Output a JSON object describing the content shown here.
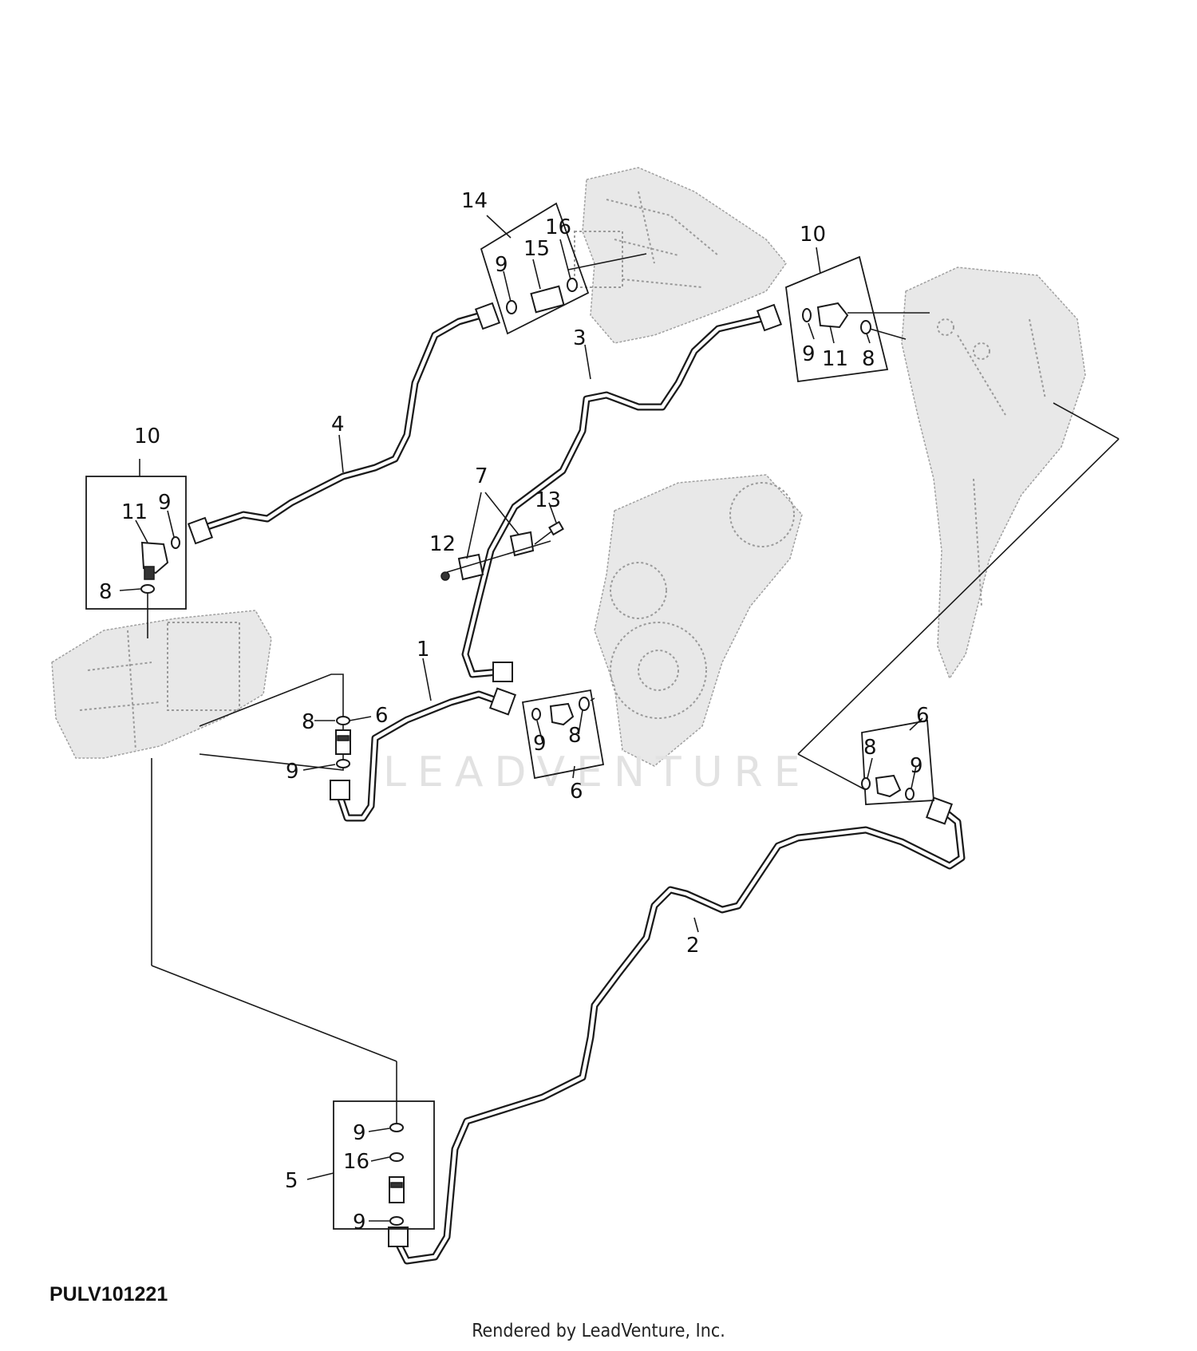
{
  "figure_id": "PULV101221",
  "footer_credit": "Rendered by LeadVenture, Inc.",
  "watermark": "LEADVENTURE",
  "callouts": {
    "c14": "14",
    "c15": "15",
    "c16a": "16",
    "c9a": "9",
    "c10a": "10",
    "c9b": "9",
    "c11a": "11",
    "c8a": "8",
    "c3": "3",
    "c4": "4",
    "c10b": "10",
    "c11b": "11",
    "c9c": "9",
    "c8b": "8",
    "c7": "7",
    "c13": "13",
    "c12": "12",
    "c1": "1",
    "c8c": "8",
    "c6a": "6",
    "c9d": "9",
    "c9e": "9",
    "c8d": "8",
    "c6b": "6",
    "c6c": "6",
    "c8e": "8",
    "c9f": "9",
    "c2": "2",
    "c9g": "9",
    "c16b": "16",
    "c5": "5",
    "c9h": "9"
  }
}
